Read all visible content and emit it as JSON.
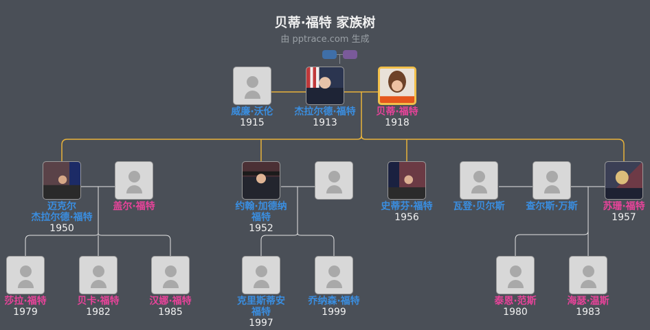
{
  "header": {
    "title": "贝蒂·福特 家族树",
    "subtitle": "由 pptrace.com 生成"
  },
  "legend": {
    "male_color": "#3f6fa8",
    "female_color": "#7a5a9a"
  },
  "colors": {
    "background": "#4a4f57",
    "male_name": "#3a8ee0",
    "female_name": "#e8439a",
    "ancestry_line": "#e9b43a",
    "descendant_line": "#e6e6e6",
    "focus_border": "#f2c04a"
  },
  "generations": [
    {
      "level": 1,
      "members": [
        {
          "id": "william",
          "name": "威廉·沃伦",
          "year": "1915",
          "gender": "male",
          "photo": "placeholder"
        },
        {
          "id": "gerald",
          "name": "杰拉尔德·福特",
          "year": "1913",
          "gender": "male",
          "photo": "portrait"
        },
        {
          "id": "betty",
          "name": "贝蒂·福特",
          "year": "1918",
          "gender": "female",
          "photo": "portrait",
          "focus": true
        }
      ]
    },
    {
      "level": 2,
      "members": [
        {
          "id": "michael",
          "name_line1": "迈克尔",
          "name_line2": "杰拉尔德·福特",
          "year": "1950",
          "gender": "male",
          "photo": "portrait"
        },
        {
          "id": "gayle",
          "name": "盖尔·福特",
          "year": "",
          "gender": "female",
          "photo": "placeholder"
        },
        {
          "id": "john",
          "name_line1": "约翰·加德纳",
          "name_line2": "福特",
          "year": "1952",
          "gender": "male",
          "photo": "portrait"
        },
        {
          "id": "john_spouse",
          "name": "",
          "year": "",
          "gender": "female",
          "photo": "placeholder"
        },
        {
          "id": "steven",
          "name": "史蒂芬·福特",
          "year": "1956",
          "gender": "male",
          "photo": "portrait"
        },
        {
          "id": "vaden",
          "name": "瓦登·贝尔斯",
          "year": "",
          "gender": "male",
          "photo": "placeholder"
        },
        {
          "id": "charles",
          "name": "查尔斯·万斯",
          "year": "",
          "gender": "male",
          "photo": "placeholder"
        },
        {
          "id": "susan",
          "name": "苏珊·福特",
          "year": "1957",
          "gender": "female",
          "photo": "portrait"
        }
      ]
    },
    {
      "level": 3,
      "members": [
        {
          "id": "sarah",
          "name": "莎拉·福特",
          "year": "1979",
          "gender": "female",
          "photo": "placeholder"
        },
        {
          "id": "becca",
          "name": "贝卡·福特",
          "year": "1982",
          "gender": "female",
          "photo": "placeholder"
        },
        {
          "id": "hannah",
          "name": "汉娜·福特",
          "year": "1985",
          "gender": "female",
          "photo": "placeholder"
        },
        {
          "id": "christian",
          "name_line1": "克里斯蒂安",
          "name_line2": "福特",
          "year": "1997",
          "gender": "male",
          "photo": "placeholder"
        },
        {
          "id": "jonathan",
          "name": "乔纳森·福特",
          "year": "1999",
          "gender": "male",
          "photo": "placeholder"
        },
        {
          "id": "tyne",
          "name": "泰恩·范斯",
          "year": "1980",
          "gender": "female",
          "photo": "placeholder"
        },
        {
          "id": "heather",
          "name": "海瑟·温斯",
          "year": "1983",
          "gender": "female",
          "photo": "placeholder"
        }
      ]
    }
  ]
}
